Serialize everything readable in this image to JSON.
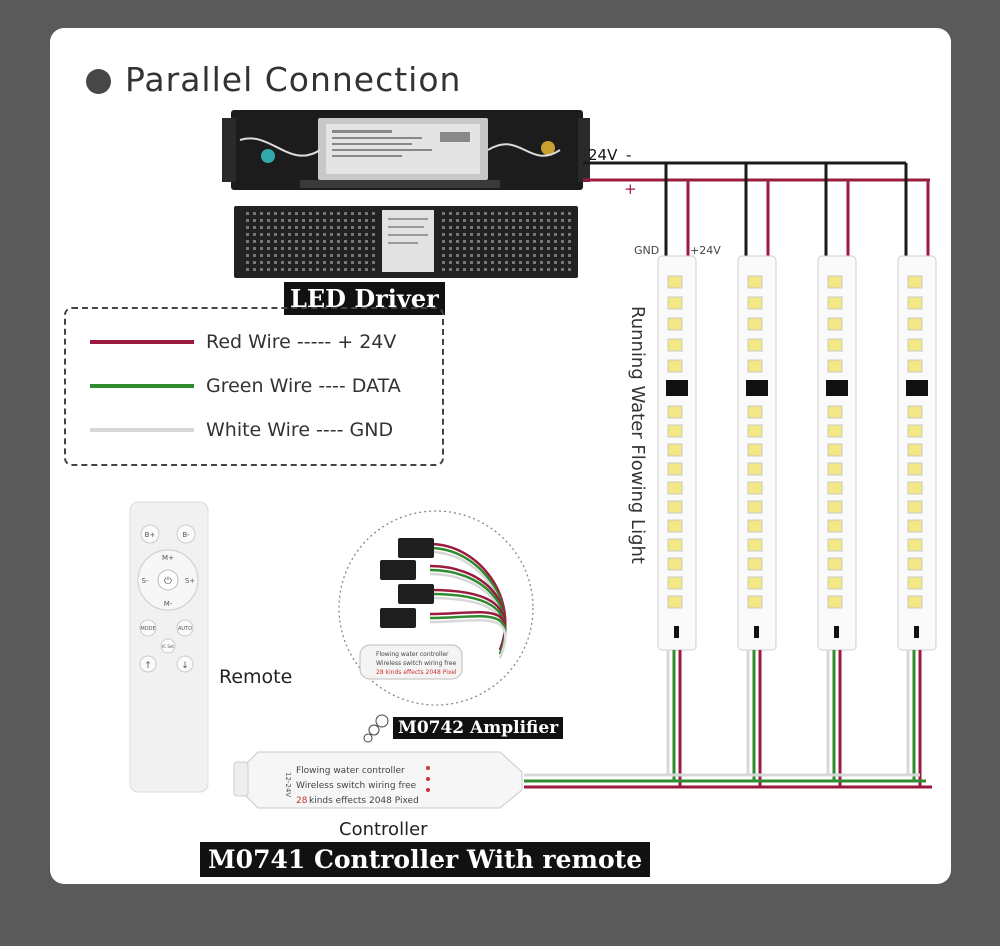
{
  "title": "Parallel Connection",
  "driver": {
    "label": "LED Driver"
  },
  "legend": [
    {
      "text": "Red Wire ----- + 24V",
      "color": "#9b1b3f"
    },
    {
      "text": "Green Wire ---- DATA",
      "color": "#2e8b2e"
    },
    {
      "text": "White Wire ---- GND",
      "color": "#d8d8d8"
    }
  ],
  "remote": {
    "label": "Remote"
  },
  "amplifier": {
    "label": "M0742 Amplifier",
    "lines": [
      "Flowing water controller",
      "Wireless switch wiring free",
      "28 kinds effects 2048 Pixel"
    ]
  },
  "controller": {
    "label": "Controller",
    "caption": "M0741 Controller With remote",
    "lines": [
      "Flowing water controller",
      "Wireless switch wiring free",
      "kinds effects 2048 Pixed"
    ],
    "number": "28",
    "side_text": "12-24V"
  },
  "wiring": {
    "v24": "24V",
    "minus": "-",
    "plus": "+",
    "gnd": "GND",
    "plus24": "+24V"
  },
  "strip_label": "Running Water Flowing Light",
  "remote_buttons": {
    "b_plus": "B+",
    "b_minus": "B-",
    "m_plus": "M+",
    "m_minus": "M-",
    "s_minus": "S-",
    "s_plus": "S+",
    "mode": "MODE",
    "auto": "AUTO",
    "ic": "IC Set",
    "up": "↑",
    "down": "↓"
  },
  "colors": {
    "red": "#9b1b3f",
    "green": "#2e8b2e",
    "black": "#1a1a1a",
    "white": "#d8d8d8"
  }
}
